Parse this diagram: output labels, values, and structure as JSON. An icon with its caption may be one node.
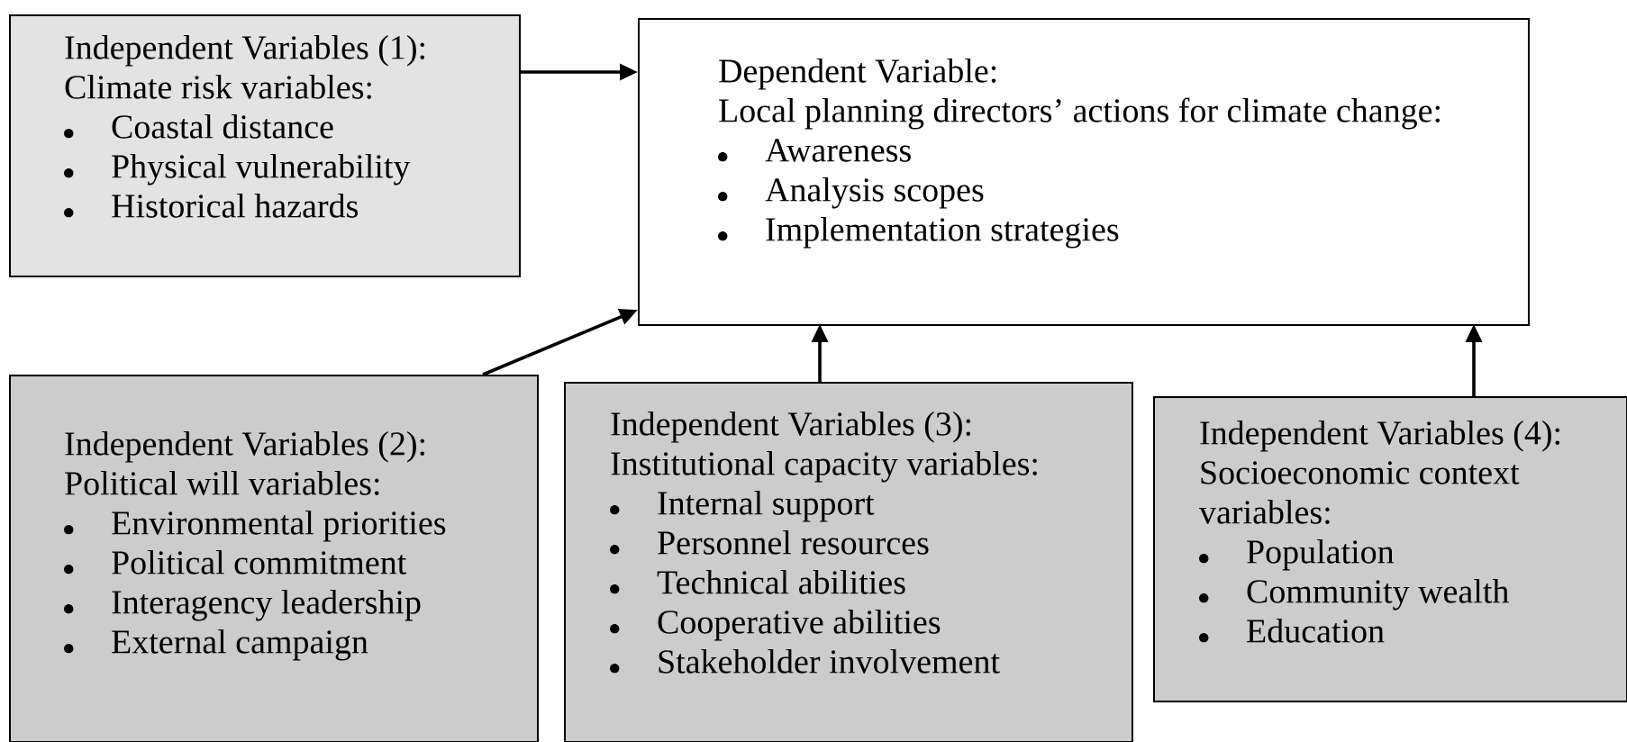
{
  "diagram": {
    "nodes": [
      {
        "text": [
          "Independent Variables (1):",
          "Climate risk variables:",
          "Coastal distance",
          "Physical vulnerability",
          "Historical hazards"
        ]
      },
      {
        "text": [
          "Dependent Variable:",
          "Local planning directors’ actions for climate change:",
          "Awareness",
          "Analysis scopes",
          "Implementation strategies"
        ]
      },
      {
        "text": [
          "Independent Variables (2):",
          "Political will variables:",
          "Environmental priorities",
          "Political commitment",
          "Interagency leadership",
          "External campaign"
        ]
      },
      {
        "text": [
          "Independent Variables (3):",
          "Institutional capacity variables:",
          "Internal support",
          "Personnel resources",
          "Technical abilities",
          "Cooperative abilities",
          "Stakeholder involvement"
        ]
      },
      {
        "text": [
          "Independent Variables (4):",
          "Socioeconomic context variables:",
          "Population",
          "Community wealth",
          "Education"
        ]
      }
    ],
    "edges": [
      {
        "from": 0,
        "to": 1,
        "arrow": "to"
      },
      {
        "from": 2,
        "to": 1,
        "arrow": "to"
      },
      {
        "from": 3,
        "to": 1,
        "arrow": "to"
      },
      {
        "from": 4,
        "to": 1,
        "arrow": "to"
      }
    ]
  }
}
